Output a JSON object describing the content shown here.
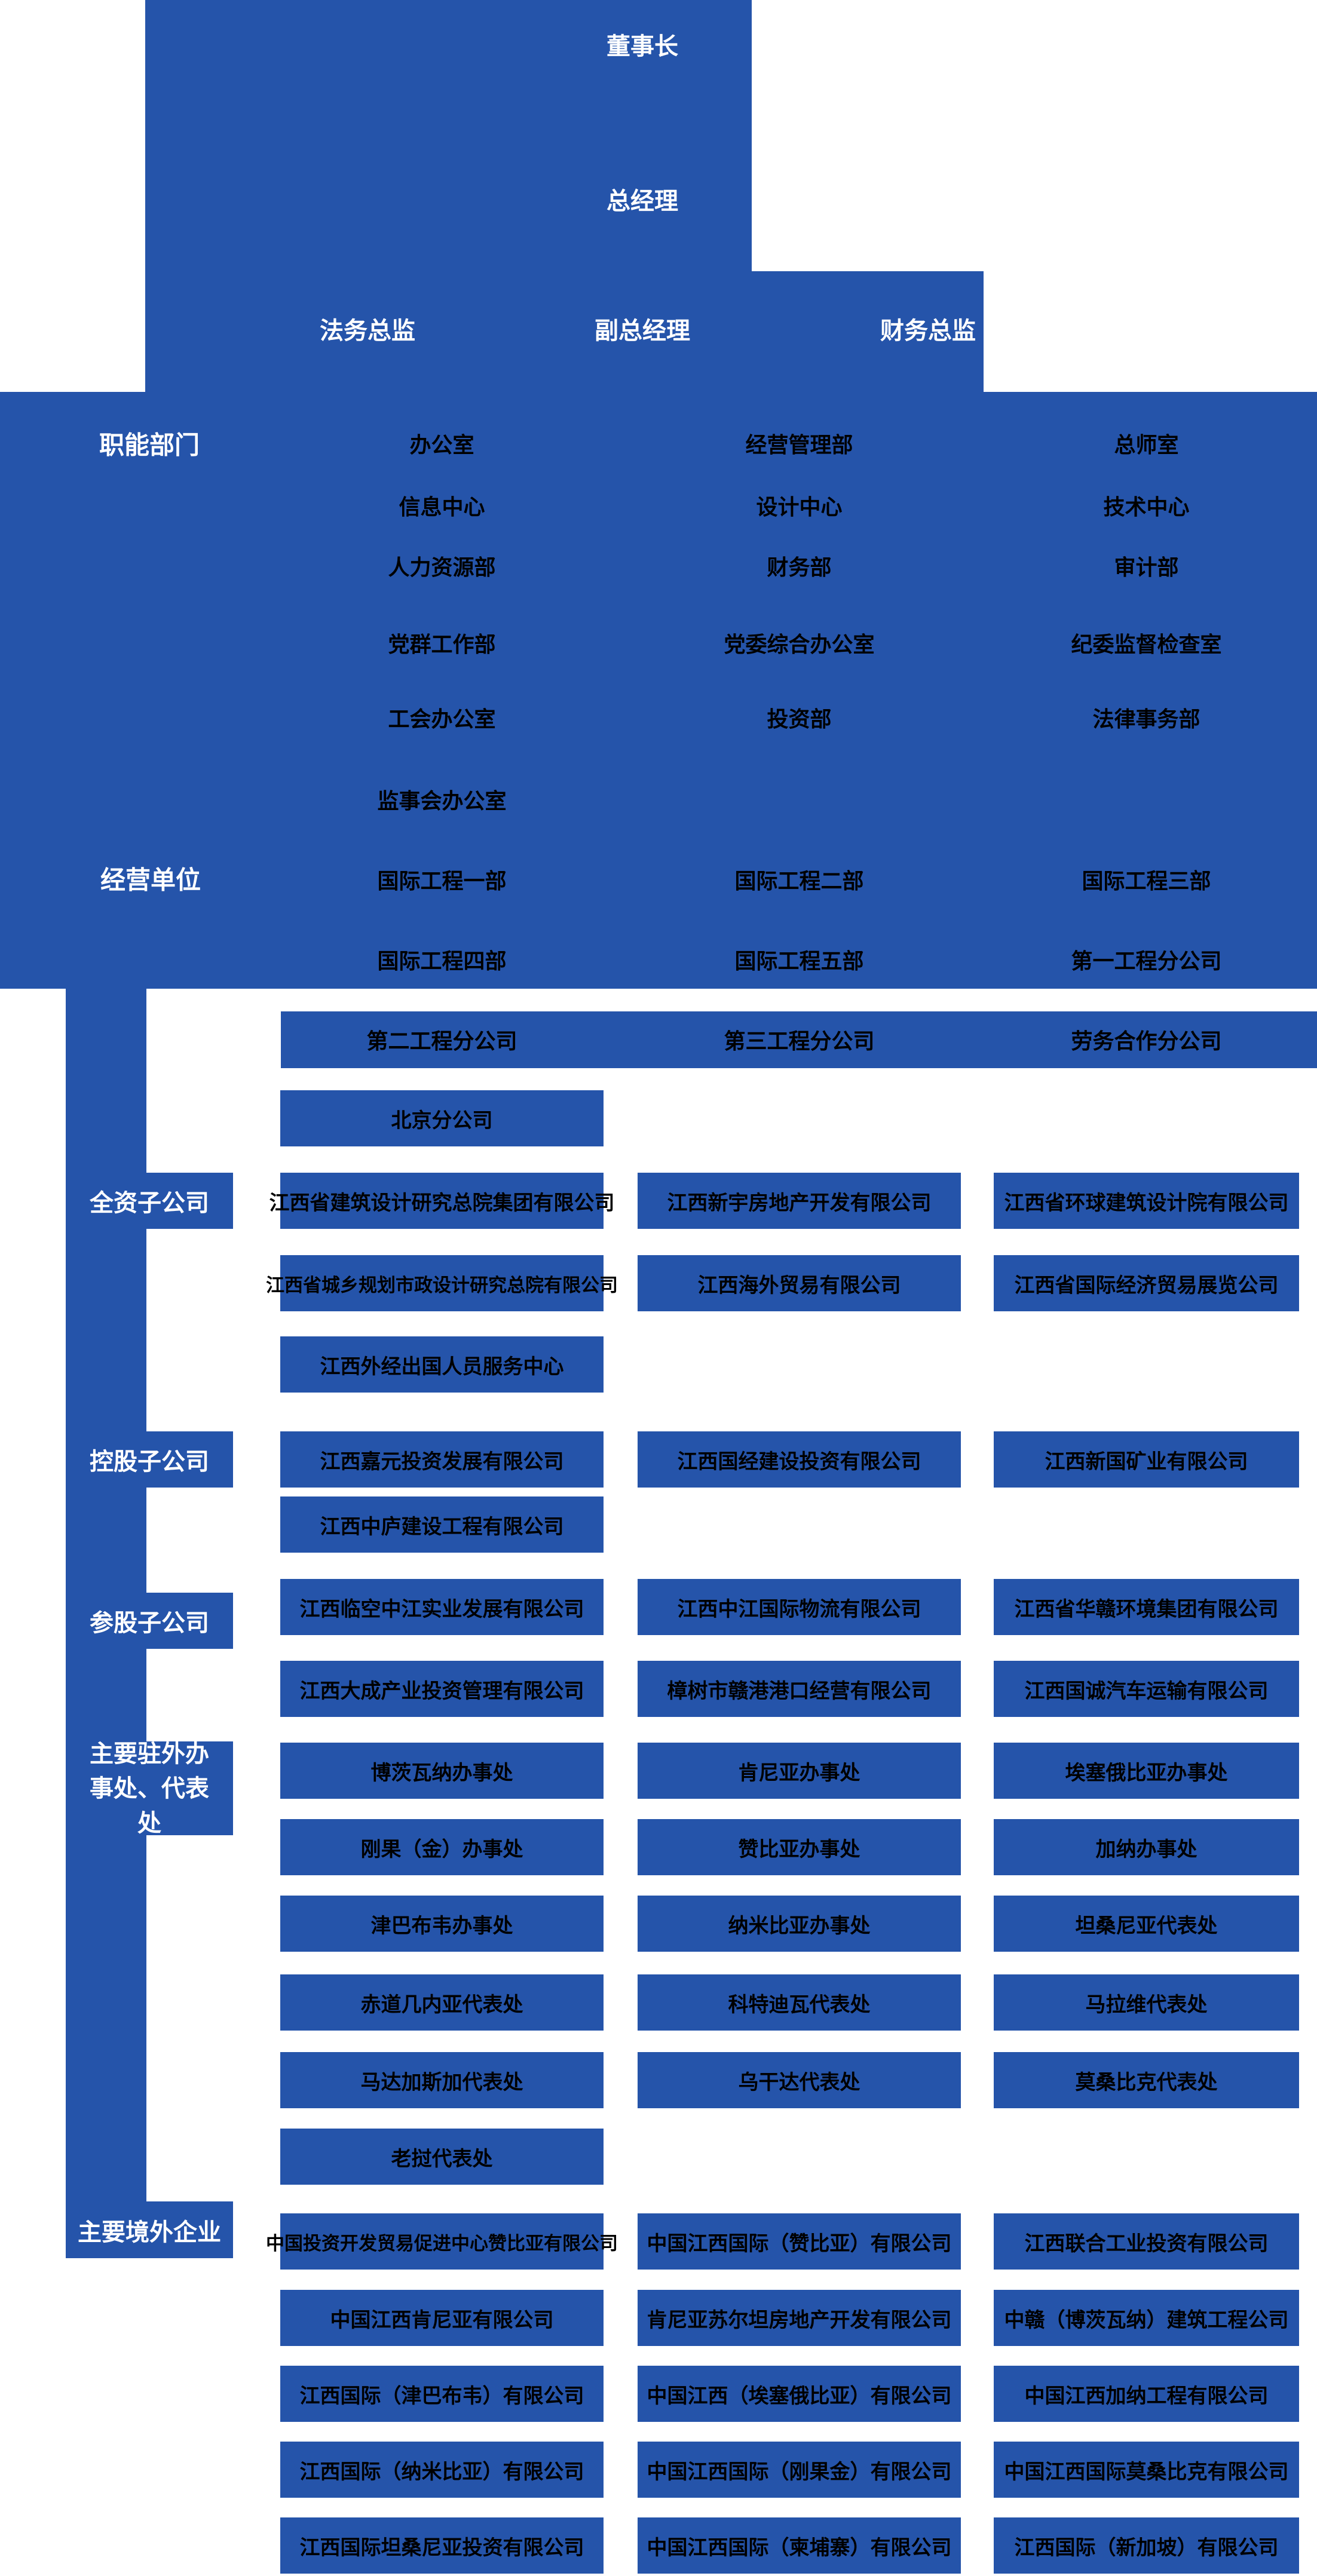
{
  "colors": {
    "primary": "#2554AA",
    "box_text": "#000000",
    "label_text": "#FFFFFF",
    "background": "#FFFFFF"
  },
  "executives": {
    "chairman": "董事长",
    "general_manager": "总经理",
    "legal_director": "法务总监",
    "deputy_general_manager": "副总经理",
    "finance_director": "财务总监"
  },
  "section_labels": {
    "functional": "职能部门",
    "business": "经营单位",
    "wholly": "全资子公司",
    "holding": "控股子公司",
    "minority": "参股子公司",
    "offices": "主要驻外办事处、代表处",
    "overseas": "主要境外企业"
  },
  "grids": {
    "functional": [
      [
        "办公室",
        "经营管理部",
        "总师室"
      ],
      [
        "信息中心",
        "设计中心",
        "技术中心"
      ],
      [
        "人力资源部",
        "财务部",
        "审计部"
      ],
      [
        "党群工作部",
        "党委综合办公室",
        "纪委监督检查室"
      ],
      [
        "工会办公室",
        "投资部",
        "法律事务部"
      ],
      [
        "监事会办公室",
        "",
        ""
      ]
    ],
    "business": [
      [
        "国际工程一部",
        "国际工程二部",
        "国际工程三部"
      ],
      [
        "国际工程四部",
        "国际工程五部",
        "第一工程分公司"
      ]
    ],
    "branch_companies": [
      "第二工程分公司",
      "第三工程分公司",
      "劳务合作分公司"
    ],
    "beijing_branch": "北京分公司",
    "wholly": [
      [
        "江西省建筑设计研究总院集团有限公司",
        "江西新宇房地产开发有限公司",
        "江西省环球建筑设计院有限公司"
      ],
      [
        "江西省城乡规划市政设计研究总院有限公司",
        "江西海外贸易有限公司",
        "江西省国际经济贸易展览公司"
      ],
      [
        "江西外经出国人员服务中心",
        "",
        ""
      ]
    ],
    "holding": [
      [
        "江西嘉元投资发展有限公司",
        "江西国经建设投资有限公司",
        "江西新国矿业有限公司"
      ],
      [
        "江西中庐建设工程有限公司",
        "",
        ""
      ]
    ],
    "minority": [
      [
        "江西临空中江实业发展有限公司",
        "江西中江国际物流有限公司",
        "江西省华赣环境集团有限公司"
      ],
      [
        "江西大成产业投资管理有限公司",
        "樟树市赣港港口经营有限公司",
        "江西国诚汽车运输有限公司"
      ]
    ],
    "offices": [
      [
        "博茨瓦纳办事处",
        "肯尼亚办事处",
        "埃塞俄比亚办事处"
      ],
      [
        "刚果（金）办事处",
        "赞比亚办事处",
        "加纳办事处"
      ],
      [
        "津巴布韦办事处",
        "纳米比亚办事处",
        "坦桑尼亚代表处"
      ],
      [
        "赤道几内亚代表处",
        "科特迪瓦代表处",
        "马拉维代表处"
      ],
      [
        "马达加斯加代表处",
        "乌干达代表处",
        "莫桑比克代表处"
      ],
      [
        "老挝代表处",
        "",
        ""
      ]
    ],
    "overseas": [
      [
        "中国投资开发贸易促进中心赞比亚有限公司",
        "中国江西国际（赞比亚）有限公司",
        "江西联合工业投资有限公司"
      ],
      [
        "中国江西肯尼亚有限公司",
        "肯尼亚苏尔坦房地产开发有限公司",
        "中赣（博茨瓦纳）建筑工程公司"
      ],
      [
        "江西国际（津巴布韦）有限公司",
        "中国江西（埃塞俄比亚）有限公司",
        "中国江西加纳工程有限公司"
      ],
      [
        "江西国际（纳米比亚）有限公司",
        "中国江西国际（刚果金）有限公司",
        "中国江西国际莫桑比克有限公司"
      ],
      [
        "江西国际坦桑尼亚投资有限公司",
        "中国江西国际（柬埔寨）有限公司",
        "江西国际（新加坡）有限公司"
      ]
    ]
  }
}
